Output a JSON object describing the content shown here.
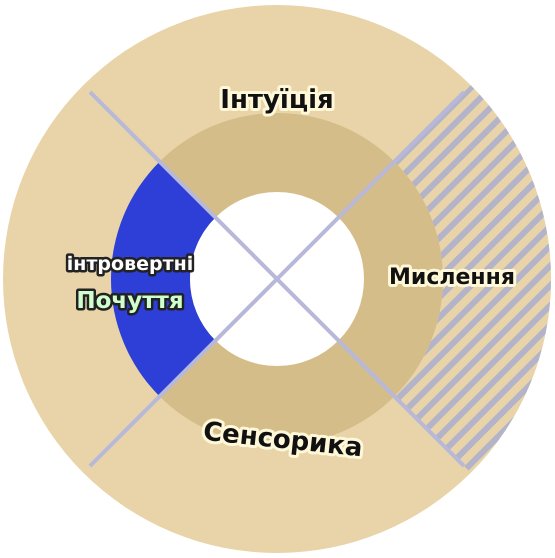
{
  "labels": {
    "top": "Інтуїція",
    "right": "Мислення",
    "bottom": "Сенсорика",
    "left_line1": "інтровертні",
    "left_line2": "Почуття"
  },
  "colors": {
    "outer_ring": "#e8d4a8",
    "inner_ring": "#d4bd88",
    "center": "#ffffff",
    "highlight_inner": "#2d3fd6",
    "hatch_light": "#e8d4a8",
    "hatch_dark": "#b3b3c9",
    "divider": "#b8b8d8",
    "text_dark": "#111111",
    "text_light": "#ffffff",
    "text_green": "#cfffcf",
    "text_glow": "#fff8d8",
    "text_glow_dark": "#222222"
  }
}
